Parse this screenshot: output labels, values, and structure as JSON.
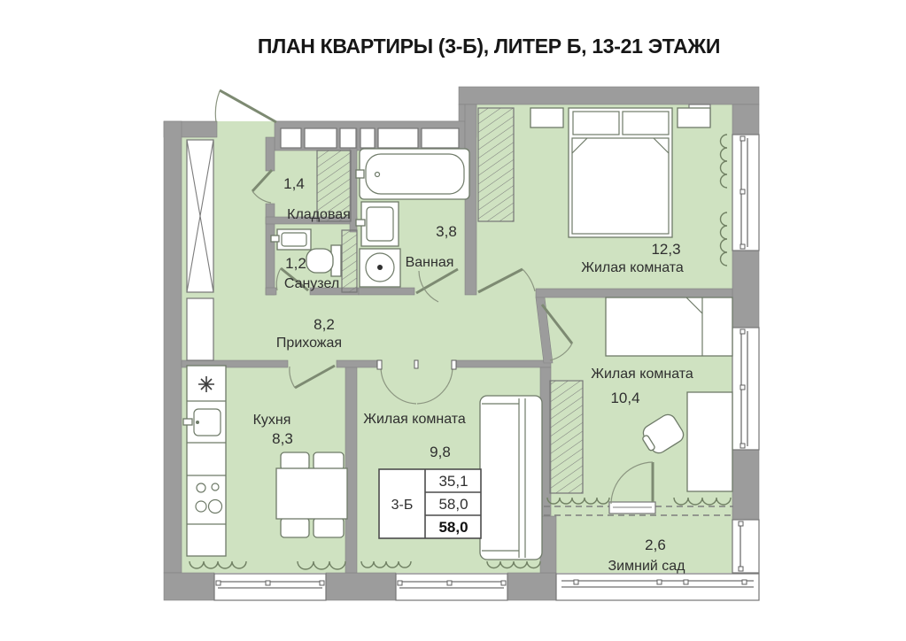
{
  "title": "ПЛАН КВАРТИРЫ (3-Б), ЛИТЕР Б, 13-21 ЭТАЖИ",
  "rooms": {
    "storage": {
      "name": "Кладовая",
      "area": "1,4"
    },
    "wc": {
      "name": "Санузел",
      "area": "1,2"
    },
    "bathroom": {
      "name": "Ванная",
      "area": "3,8"
    },
    "bedroom1": {
      "name": "Жилая комната",
      "area": "12,3"
    },
    "hallway": {
      "name": "Прихожая",
      "area": "8,2"
    },
    "bedroom2": {
      "name": "Жилая комната",
      "area": "10,4"
    },
    "kitchen": {
      "name": "Кухня",
      "area": "8,3"
    },
    "bedroom3": {
      "name": "Жилая комната",
      "area": "9,8"
    },
    "wintergarden": {
      "name": "Зимний сад",
      "area": "2,6"
    }
  },
  "info_table": {
    "unit": "3-Б",
    "living_area": "35,1",
    "area_no_balcony": "58,0",
    "total_area": "58,0"
  },
  "colors": {
    "room": "#cfe2c1",
    "wall": "#9c9c9c",
    "text": "#2f2f2f",
    "title": "#161616"
  }
}
